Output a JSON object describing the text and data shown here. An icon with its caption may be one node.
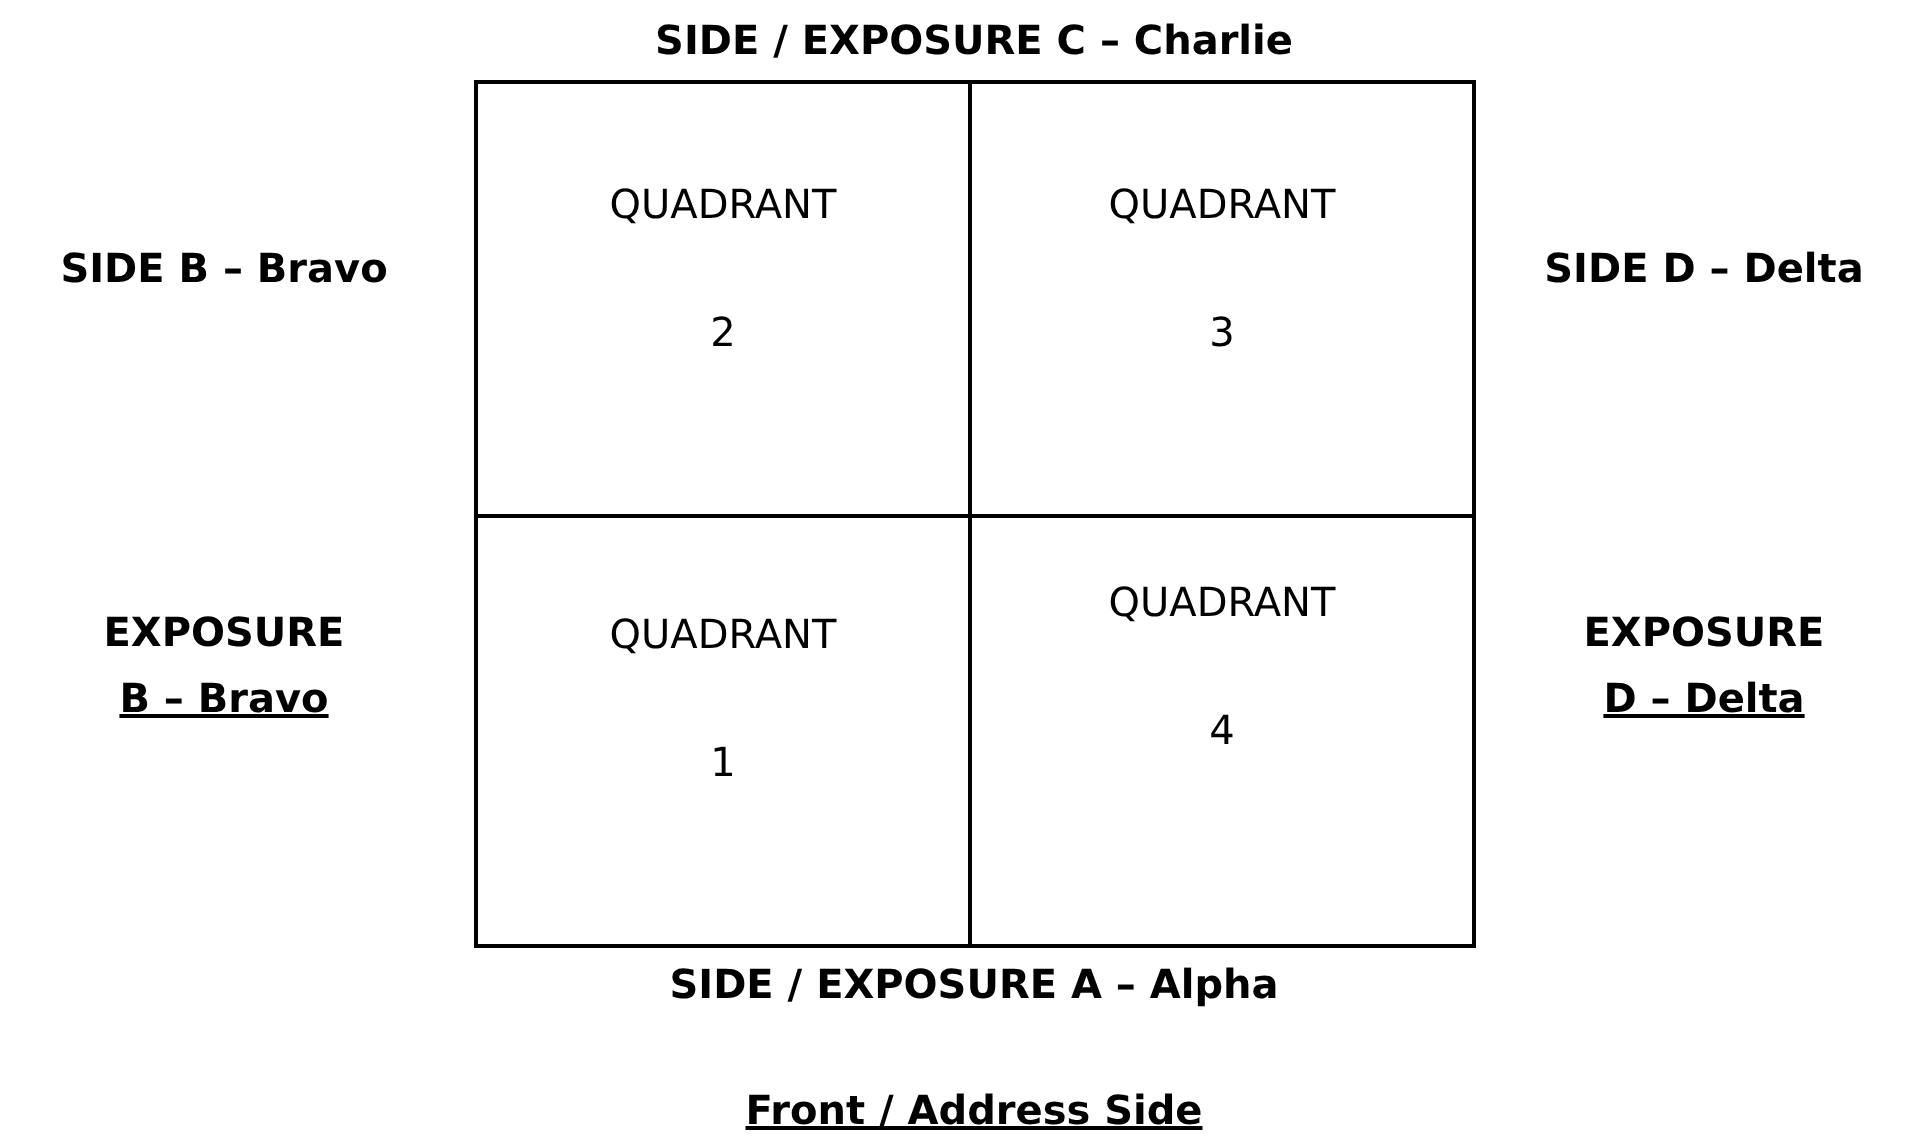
{
  "diagram": {
    "nodes": [
      {
        "text": [
          "QUADRANT",
          "2"
        ]
      },
      {
        "text": [
          "QUADRANT",
          "3"
        ]
      },
      {
        "text": [
          "QUADRANT",
          "1"
        ]
      },
      {
        "text": [
          "QUADRANT",
          "4"
        ]
      }
    ],
    "labels": [
      "SIDE / EXPOSURE C – Charlie",
      "SIDE B – Bravo",
      "SIDE D – Delta",
      "EXPOSURE",
      "B – Bravo",
      "EXPOSURE",
      "D – Delta",
      "SIDE / EXPOSURE A – Alpha",
      "Front / Address Side"
    ]
  }
}
